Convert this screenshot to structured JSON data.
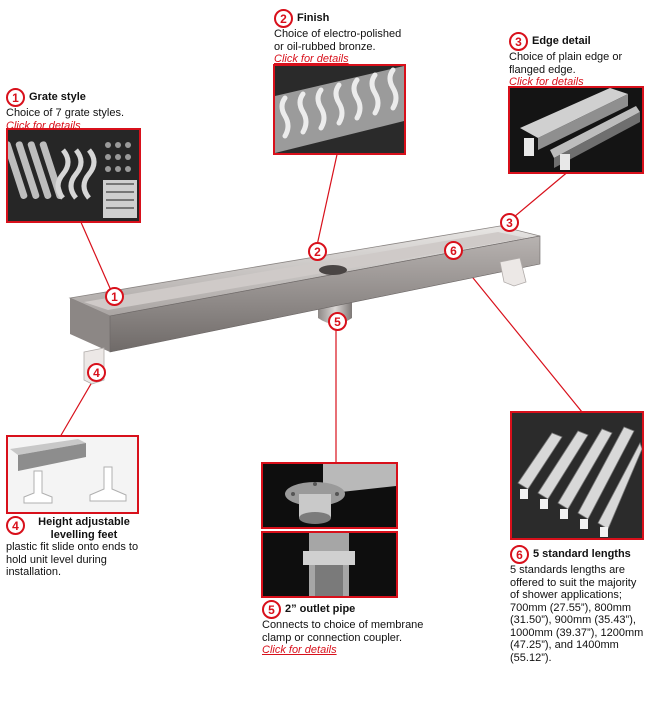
{
  "colors": {
    "accent": "#d8101b",
    "text": "#111111",
    "background": "#ffffff"
  },
  "callouts": [
    {
      "number": "1",
      "title": "Grate style",
      "text": "Choice of 7 grate styles.",
      "link": "Click for details"
    },
    {
      "number": "2",
      "title": "Finish",
      "text": "Choice of electro-polished or oil-rubbed bronze.",
      "link": "Click for details"
    },
    {
      "number": "3",
      "title": "Edge detail",
      "text": "Choice of plain edge or flanged edge.",
      "link": "Click for details"
    },
    {
      "number": "4",
      "title": "Height adjustable levelling feet",
      "text": "plastic fit slide onto ends to hold unit level during installation.",
      "link": ""
    },
    {
      "number": "5",
      "title": "2” outlet pipe",
      "text": "Connects to choice of membrane clamp or connection coupler.",
      "link": "Click for details"
    },
    {
      "number": "6",
      "title": "5 standard lengths",
      "text": "5 standards lengths are offered to suit the majority of shower applications; 700mm (27.55”), 800mm (31.50”), 900mm (35.43”), 1000mm (39.37”), 1200mm (47.25”), and 1400mm (55.12”).",
      "link": ""
    }
  ],
  "diagram_markers": [
    "1",
    "2",
    "3",
    "4",
    "5",
    "6"
  ],
  "icons": [
    "grate-photo",
    "finish-photo",
    "edge-photo",
    "feet-photo",
    "outlet-photo-top",
    "outlet-photo-bottom",
    "lengths-photo",
    "drain-channel-illustration"
  ]
}
